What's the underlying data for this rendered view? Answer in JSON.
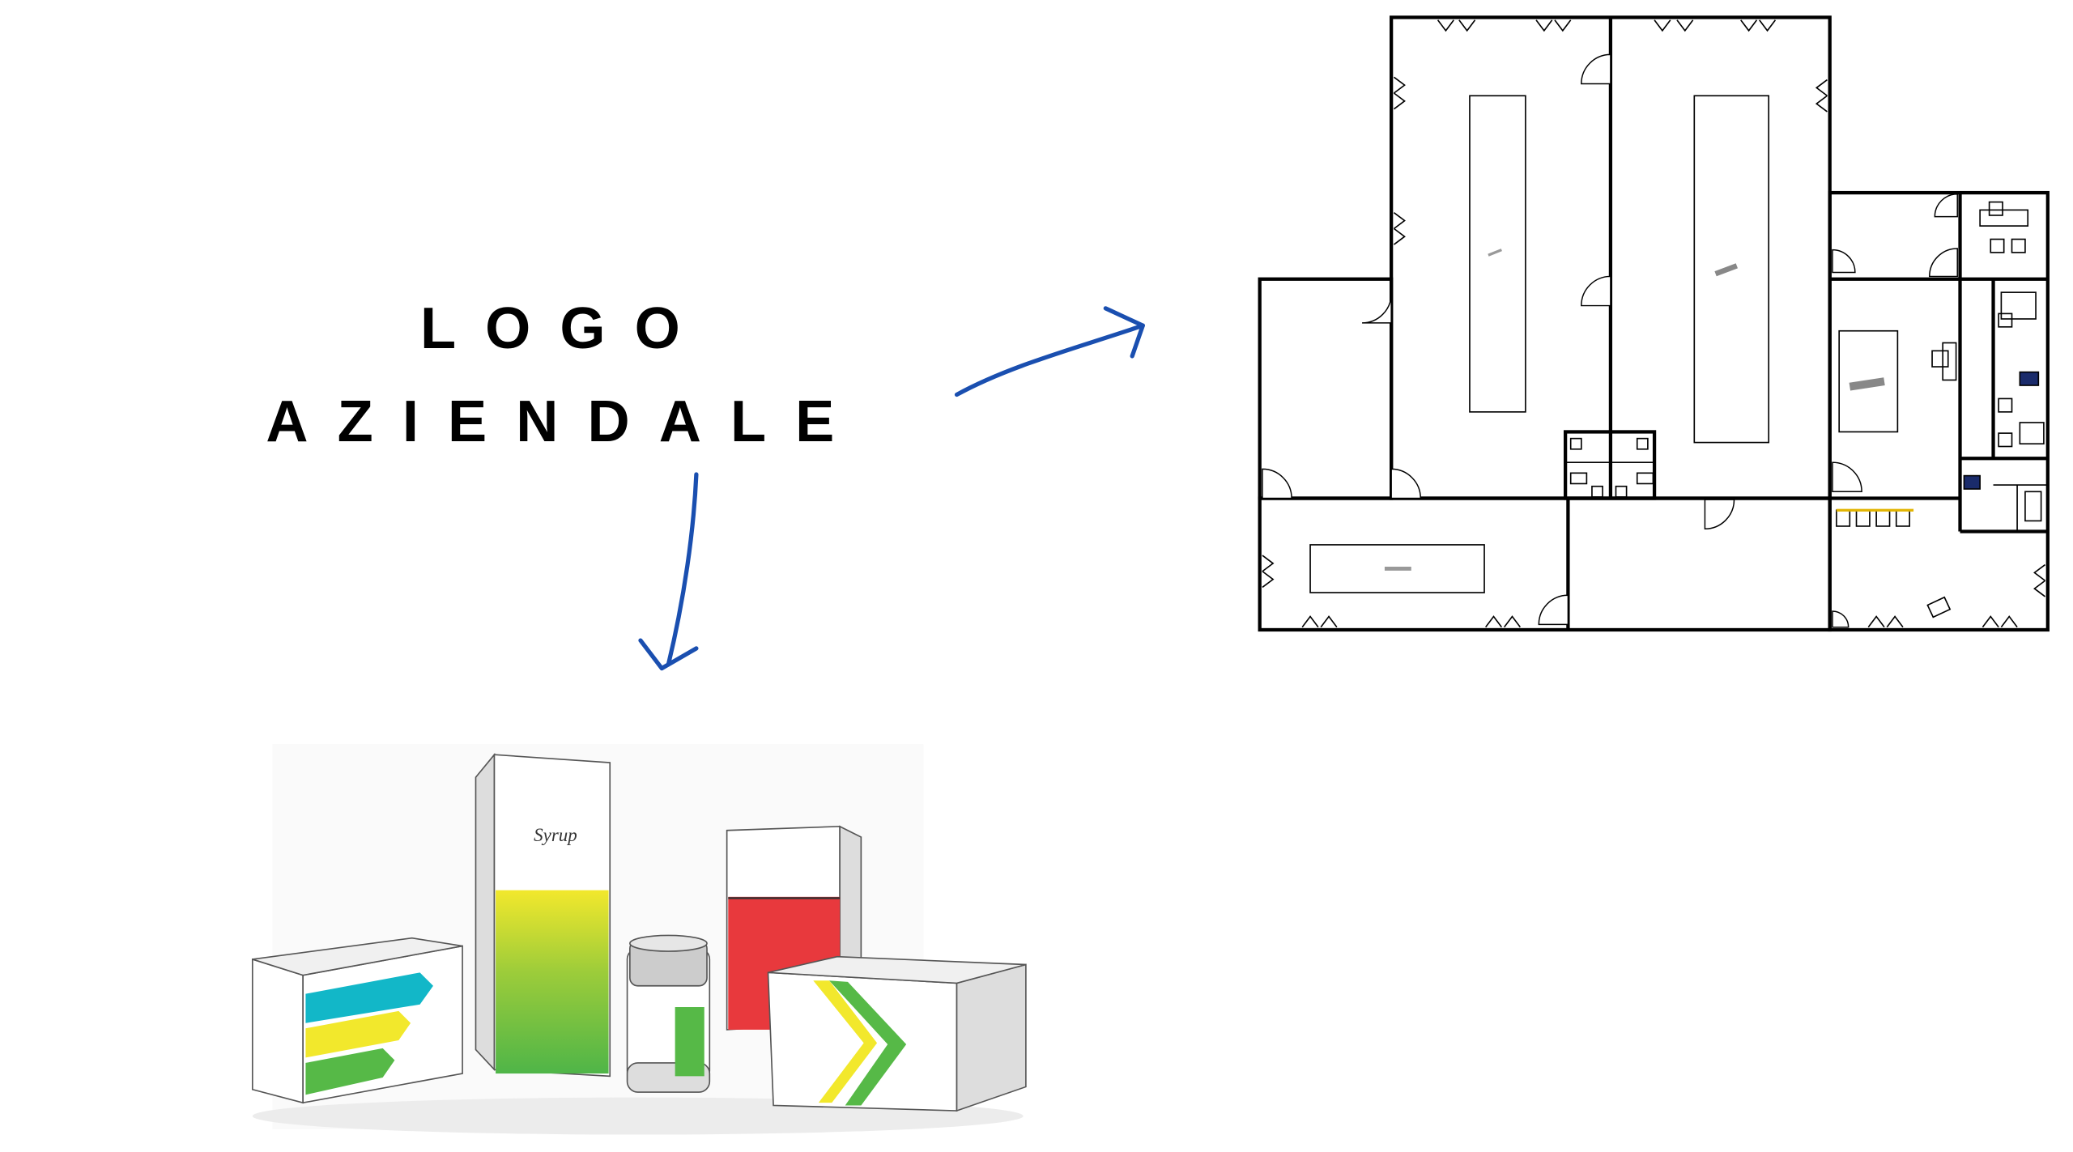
{
  "title": {
    "line1": "LOGO",
    "line2": "AZIENDALE"
  },
  "products": {
    "syrup_label": "Syrup"
  },
  "colors": {
    "arrow": "#1a4fb0",
    "cyan": "#12b7c8",
    "yellow": "#f2e82c",
    "green": "#56b947",
    "red": "#e8393d"
  }
}
